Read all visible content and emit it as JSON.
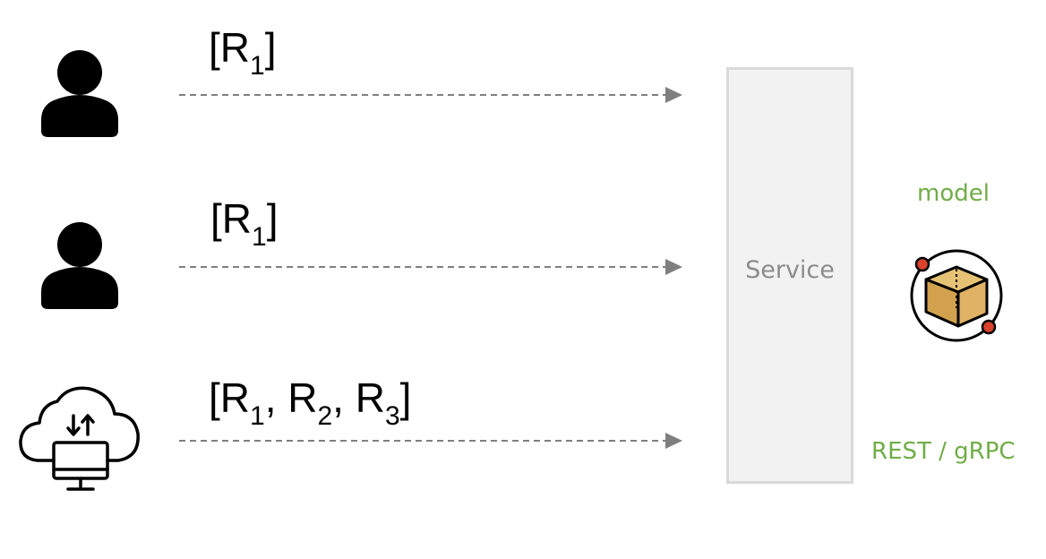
{
  "requests": [
    {
      "open": "[R",
      "parts": [
        {
          "sub": "1",
          "after": "]"
        }
      ]
    },
    {
      "open": "[R",
      "parts": [
        {
          "sub": "1",
          "after": "]"
        }
      ]
    },
    {
      "open": "[R",
      "parts": [
        {
          "sub": "1",
          "after": ", R"
        },
        {
          "sub": "2",
          "after": ", R"
        },
        {
          "sub": "3",
          "after": "]"
        }
      ]
    }
  ],
  "service": {
    "label": "Service"
  },
  "model": {
    "label": "model"
  },
  "protocol": {
    "label": "REST / gRPC"
  },
  "colors": {
    "arrow": "#7f7f7f",
    "service_fill": "#f2f2f2",
    "service_border": "#d9d9d9",
    "service_text": "#8c8c8c",
    "accent_green": "#70ad47",
    "cube_top": "#e6c275",
    "cube_left": "#d2a14e",
    "cube_right": "#e0b265",
    "orbit_dot": "#d9432b"
  },
  "icons": {
    "client_1": "user-icon",
    "client_2": "user-icon",
    "client_3": "cloud-computer-icon",
    "model": "cube-model-icon"
  }
}
